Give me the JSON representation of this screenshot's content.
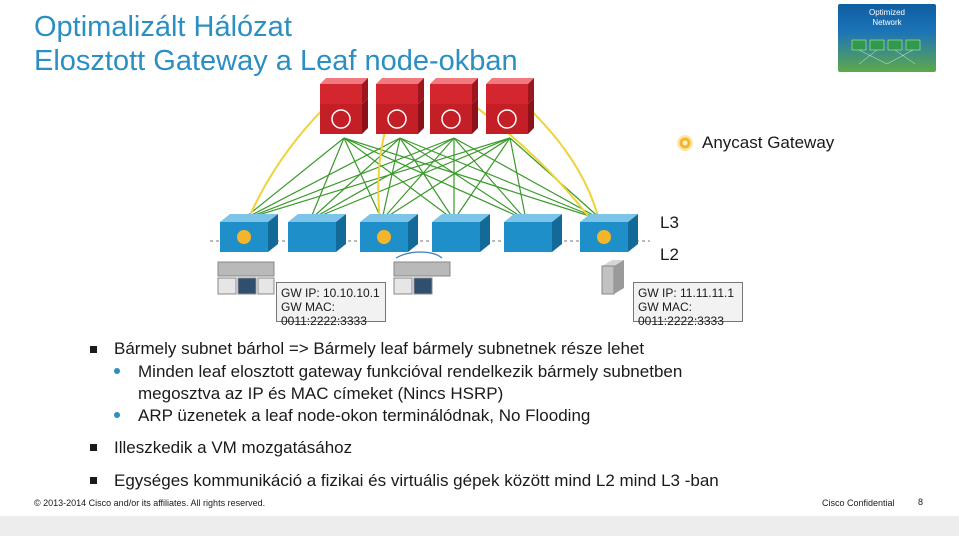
{
  "header": {
    "title_line1": "Optimalizált Hálózat",
    "title_line2": "Elosztott Gateway a Leaf node-okban"
  },
  "logo": {
    "line1": "Optimized",
    "line2": "Network"
  },
  "legend": {
    "anycast_label": "Anycast Gateway",
    "icon": "sun-gear-icon",
    "icon_color": "#f5b52a"
  },
  "diagram": {
    "layer_l3": "L3",
    "layer_l2": "L2",
    "gw_left": {
      "ip": "GW IP: 10.10.10.1",
      "mac_label": "GW MAC:",
      "mac": "0011:2222:3333"
    },
    "gw_right": {
      "ip": "GW IP: 11.11.11.1",
      "mac_label": "GW MAC:",
      "mac": "0011:2222:3333"
    },
    "spine_color": "#d3262e",
    "leaf_color": "#1e8fc8",
    "link_green": "#3a9a2a",
    "link_yellow": "#f0d23a"
  },
  "bullets": [
    {
      "level": 1,
      "text": "Bármely subnet bárhol => Bármely leaf bármely subnetnek része lehet"
    },
    {
      "level": 2,
      "text": "Minden leaf elosztott gateway funkcióval rendelkezik bármely subnetben"
    },
    {
      "level": 0,
      "text": "megosztva az IP és MAC címeket (Nincs HSRP)"
    },
    {
      "level": 2,
      "text": "ARP üzenetek a leaf node-okon terminálódnak, No Flooding"
    },
    {
      "level": 1,
      "text": "Illeszkedik a VM mozgatásához"
    },
    {
      "level": 1,
      "text": "Egységes kommunikáció a fizikai és virtuális gépek között mind  L2 mind L3 -ban"
    }
  ],
  "footer": {
    "copyright": "© 2013-2014  Cisco and/or its affiliates. All rights reserved.",
    "confidential": "Cisco Confidential",
    "page": "8"
  }
}
